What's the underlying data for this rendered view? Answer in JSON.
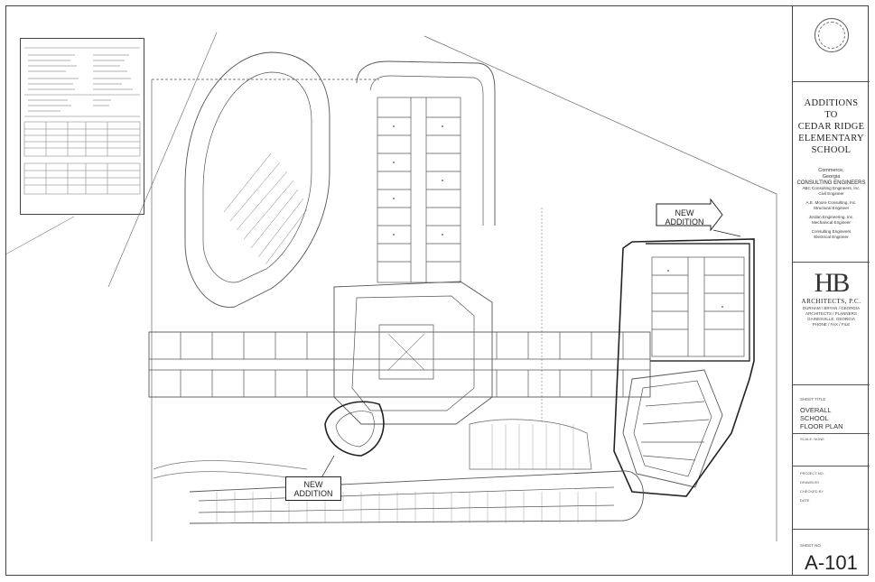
{
  "title_block": {
    "project_lines": [
      "ADDITIONS",
      "TO",
      "CEDAR RIDGE",
      "ELEMENTARY",
      "SCHOOL"
    ],
    "location_lines": [
      "Commerce,",
      "Georgia"
    ],
    "consultants_title": "CONSULTING ENGINEERS",
    "consultants": [
      "ABC Consulting Engineers, Inc.",
      "Civil Engineer",
      "",
      "A.E. Moore Consulting, Inc.",
      "Structural Engineer",
      "",
      "Jordan Engineering, Inc.",
      "Mechanical Engineer",
      "",
      "Consulting Engineers",
      "Electrical Engineer"
    ],
    "firm_mark": "HB",
    "firm_name": "ARCHITECTS, P.C.",
    "firm_lines": [
      "DURHAM / BRYAN / GEORGIA",
      "ARCHITECTS / PLANNERS",
      "GAINESVILLE, GEORGIA",
      "PHONE / FAX / FILE"
    ],
    "sheet_title_label": "SHEET TITLE",
    "sheet_title_lines": [
      "OVERALL",
      "SCHOOL",
      "FLOOR PLAN"
    ],
    "scale_label": "SCALE: NONE",
    "meta": [
      {
        "label": "PROJECT NO.",
        "value": ""
      },
      {
        "label": "DRAWN BY",
        "value": ""
      },
      {
        "label": "CHECKED BY",
        "value": ""
      },
      {
        "label": "DATE",
        "value": ""
      }
    ],
    "sheet_no_label": "SHEET NO.",
    "sheet_number": "A-101"
  },
  "plan": {
    "callout_new_addition_right": "NEW ADDITION",
    "callout_new_addition_bottom": "NEW ADDITION"
  }
}
